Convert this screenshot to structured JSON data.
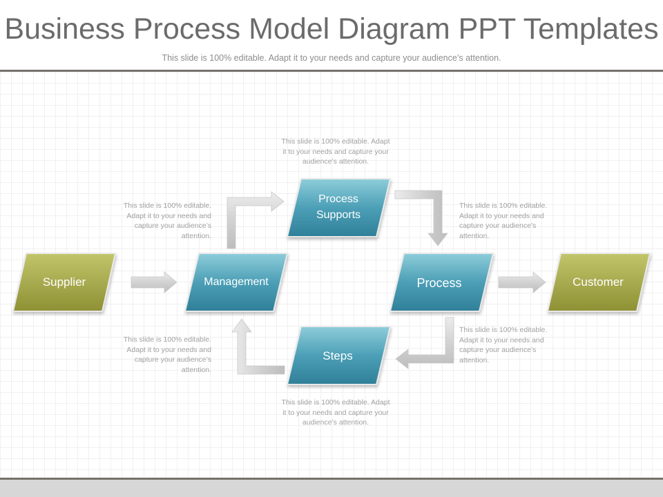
{
  "header": {
    "title": "Business Process Model Diagram PPT Templates",
    "subtitle": "This slide is 100% editable. Adapt it to your needs and capture your audience’s attention."
  },
  "nodes": {
    "supplier": "Supplier",
    "management": "Management",
    "process_supports_line1": "Process",
    "process_supports_line2": "Supports",
    "process": "Process",
    "steps": "Steps",
    "customer": "Customer"
  },
  "notes": {
    "top": [
      "This slide is 100% editable. Adapt",
      "it to your needs and capture your",
      "audience’s attention."
    ],
    "upper_left": [
      "This slide is 100% editable.",
      "Adapt it to your needs and",
      "capture your audience’s",
      "attention."
    ],
    "upper_right": [
      "This slide is 100% editable.",
      "Adapt it to your needs and",
      "capture your audience’s",
      "attention."
    ],
    "lower_left": [
      "This slide is 100% editable.",
      "Adapt it to your needs and",
      "capture your audience’s",
      "attention."
    ],
    "lower_right": [
      "This slide is 100% editable.",
      "Adapt it to your needs and",
      "capture your audience’s",
      "attention."
    ],
    "bottom": [
      "This slide is 100% editable. Adapt",
      "it to your needs and capture your",
      "audience’s attention."
    ]
  },
  "colors": {
    "olive": "#a8aa45",
    "teal": "#3f93ab",
    "arrow": "#d4d4d4",
    "note_text": "#a0a0a0",
    "title_text": "#6b6b6b"
  }
}
